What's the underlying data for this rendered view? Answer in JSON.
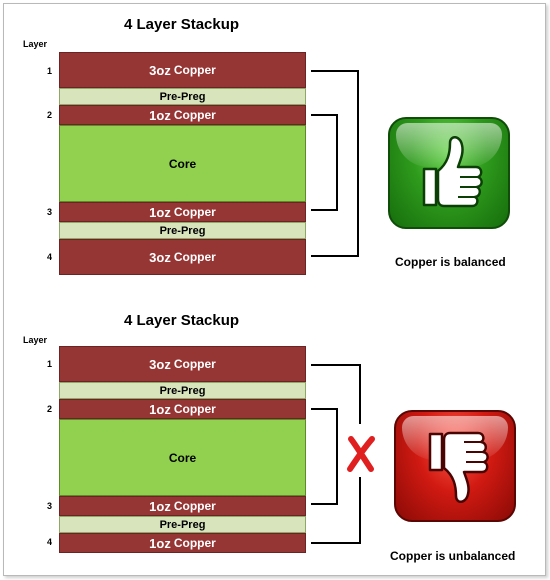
{
  "top": {
    "title": "4 Layer Stackup",
    "layer_header": "Layer",
    "layer_numbers": [
      "1",
      "2",
      "3",
      "4"
    ],
    "layers": [
      {
        "weight": "3oz",
        "label": "Copper"
      },
      {
        "label": "Pre-Preg"
      },
      {
        "weight": "1oz",
        "label": "Copper"
      },
      {
        "label": "Core"
      },
      {
        "weight": "1oz",
        "label": "Copper"
      },
      {
        "label": "Pre-Preg"
      },
      {
        "weight": "3oz",
        "label": "Copper"
      }
    ],
    "icon": "thumbs-up-icon",
    "caption": "Copper is balanced",
    "icon_color": "#2e9a1c"
  },
  "bottom": {
    "title": "4 Layer Stackup",
    "layer_header": "Layer",
    "layer_numbers": [
      "1",
      "2",
      "3",
      "4"
    ],
    "layers": [
      {
        "weight": "3oz",
        "label": "Copper"
      },
      {
        "label": "Pre-Preg"
      },
      {
        "weight": "1oz",
        "label": "Copper"
      },
      {
        "label": "Core"
      },
      {
        "weight": "1oz",
        "label": "Copper"
      },
      {
        "label": "Pre-Preg"
      },
      {
        "weight": "1oz",
        "label": "Copper"
      }
    ],
    "icon": "thumbs-down-icon",
    "mismatch_icon": "x-mark-icon",
    "caption": "Copper is unbalanced",
    "icon_color": "#d11a12"
  },
  "colors": {
    "copper": "#963634",
    "prepreg": "#d7e4bc",
    "core": "#92d050",
    "mismatch": "#e02020"
  }
}
